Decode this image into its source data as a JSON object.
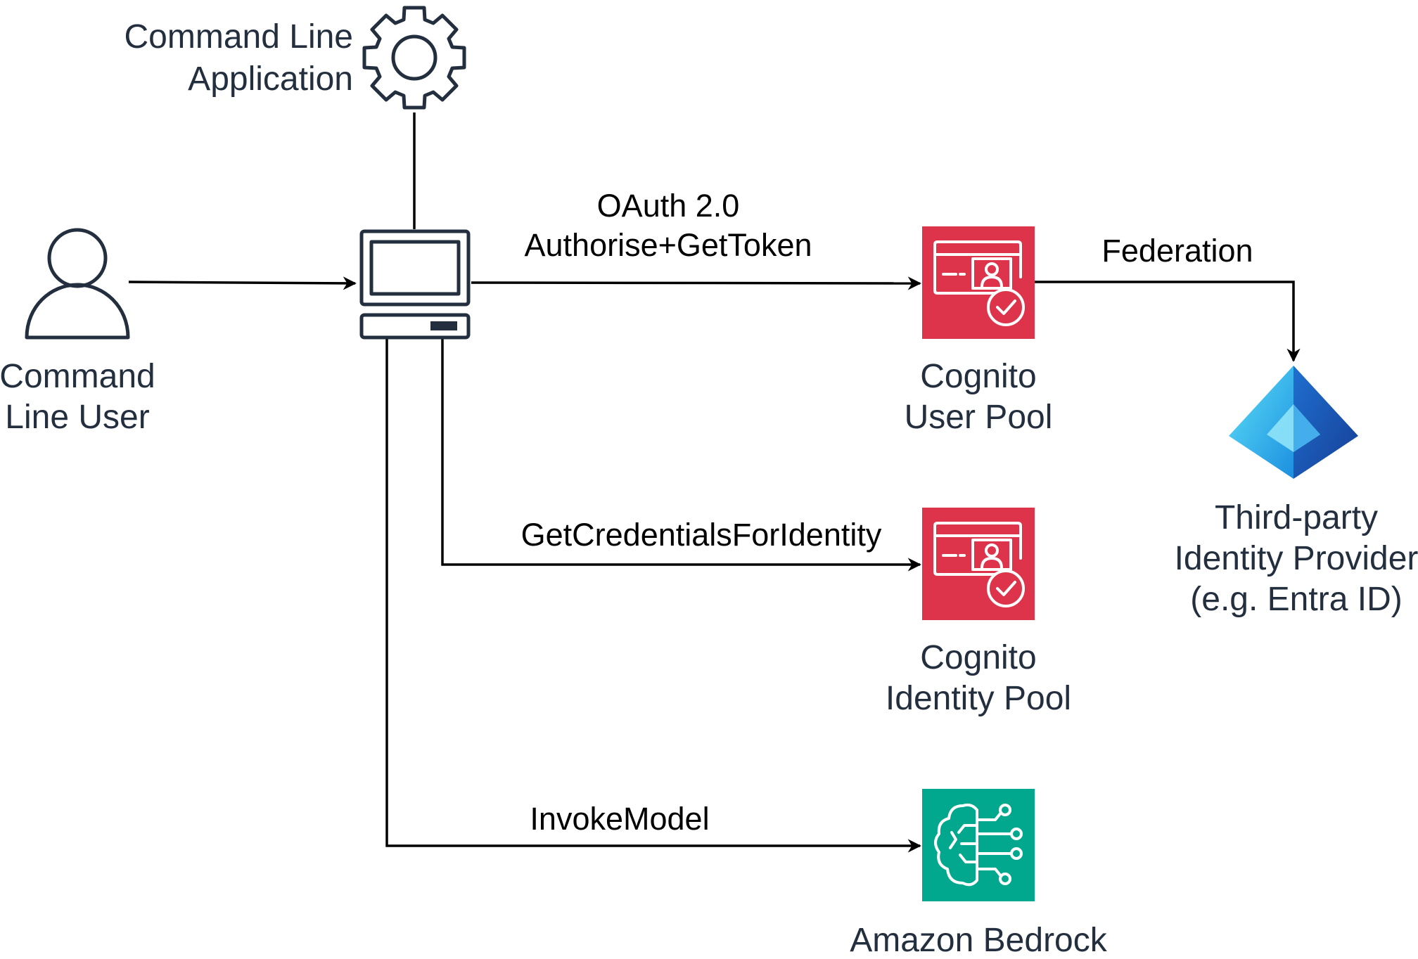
{
  "nodes": {
    "cli_application": {
      "line1": "Command Line",
      "line2": "Application"
    },
    "cli_user": {
      "line1": "Command",
      "line2": "Line User"
    },
    "user_pool": {
      "line1": "Cognito",
      "line2": "User Pool"
    },
    "identity_pool": {
      "line1": "Cognito",
      "line2": "Identity Pool"
    },
    "bedrock": {
      "line1": "Amazon Bedrock"
    },
    "idp": {
      "line1": "Third-party",
      "line2": "Identity Provider",
      "line3": "(e.g. Entra ID)"
    }
  },
  "edges": {
    "oauth": {
      "line1": "OAuth 2.0",
      "line2": "Authorise+GetToken"
    },
    "federation": {
      "label": "Federation"
    },
    "credentials": {
      "label": "GetCredentialsForIdentity"
    },
    "invoke": {
      "label": "InvokeModel"
    }
  },
  "colors": {
    "cognito": "#dd344c",
    "bedrock": "#01a88d",
    "outline": "#232f3e"
  },
  "icons": {
    "application": "gear-icon",
    "user": "user-icon",
    "client": "computer-icon",
    "cognito": "cognito-icon",
    "bedrock": "bedrock-icon",
    "idp": "entra-id-icon"
  }
}
